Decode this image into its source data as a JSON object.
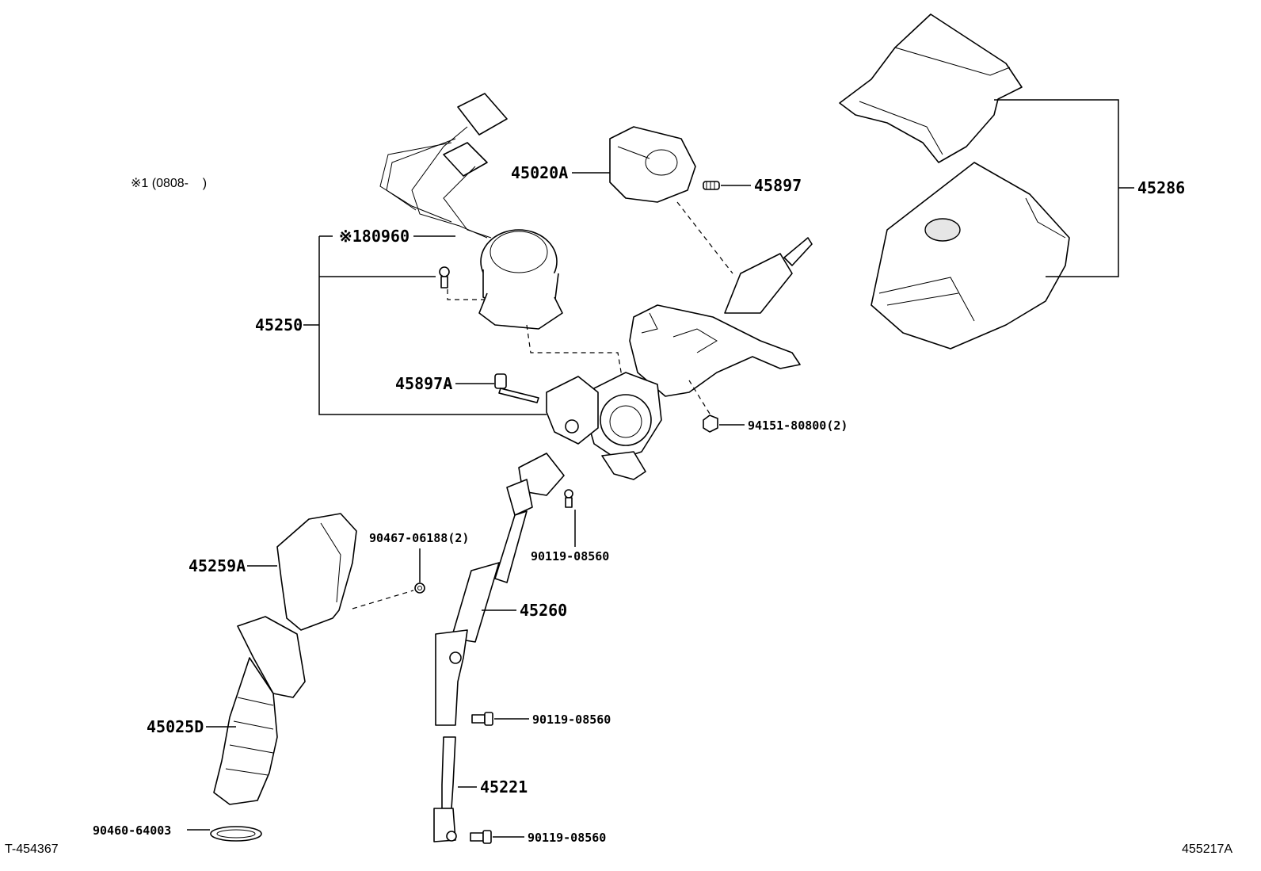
{
  "note": "※1 (0808-    )",
  "footer": {
    "left_code": "T-454367",
    "right_code": "455217A"
  },
  "parts": {
    "p45286": "45286",
    "p45020A": "45020A",
    "p45897": "45897",
    "p180960": "※180960",
    "p45250": "45250",
    "p45897A": "45897A",
    "p94151": "94151-80800(2)",
    "p90467": "90467-06188(2)",
    "p90119_a": "90119-08560",
    "p45259A": "45259A",
    "p45260": "45260",
    "p45025D": "45025D",
    "p90119_b": "90119-08560",
    "p45221": "45221",
    "p90460": "90460-64003",
    "p90119_c": "90119-08560"
  }
}
